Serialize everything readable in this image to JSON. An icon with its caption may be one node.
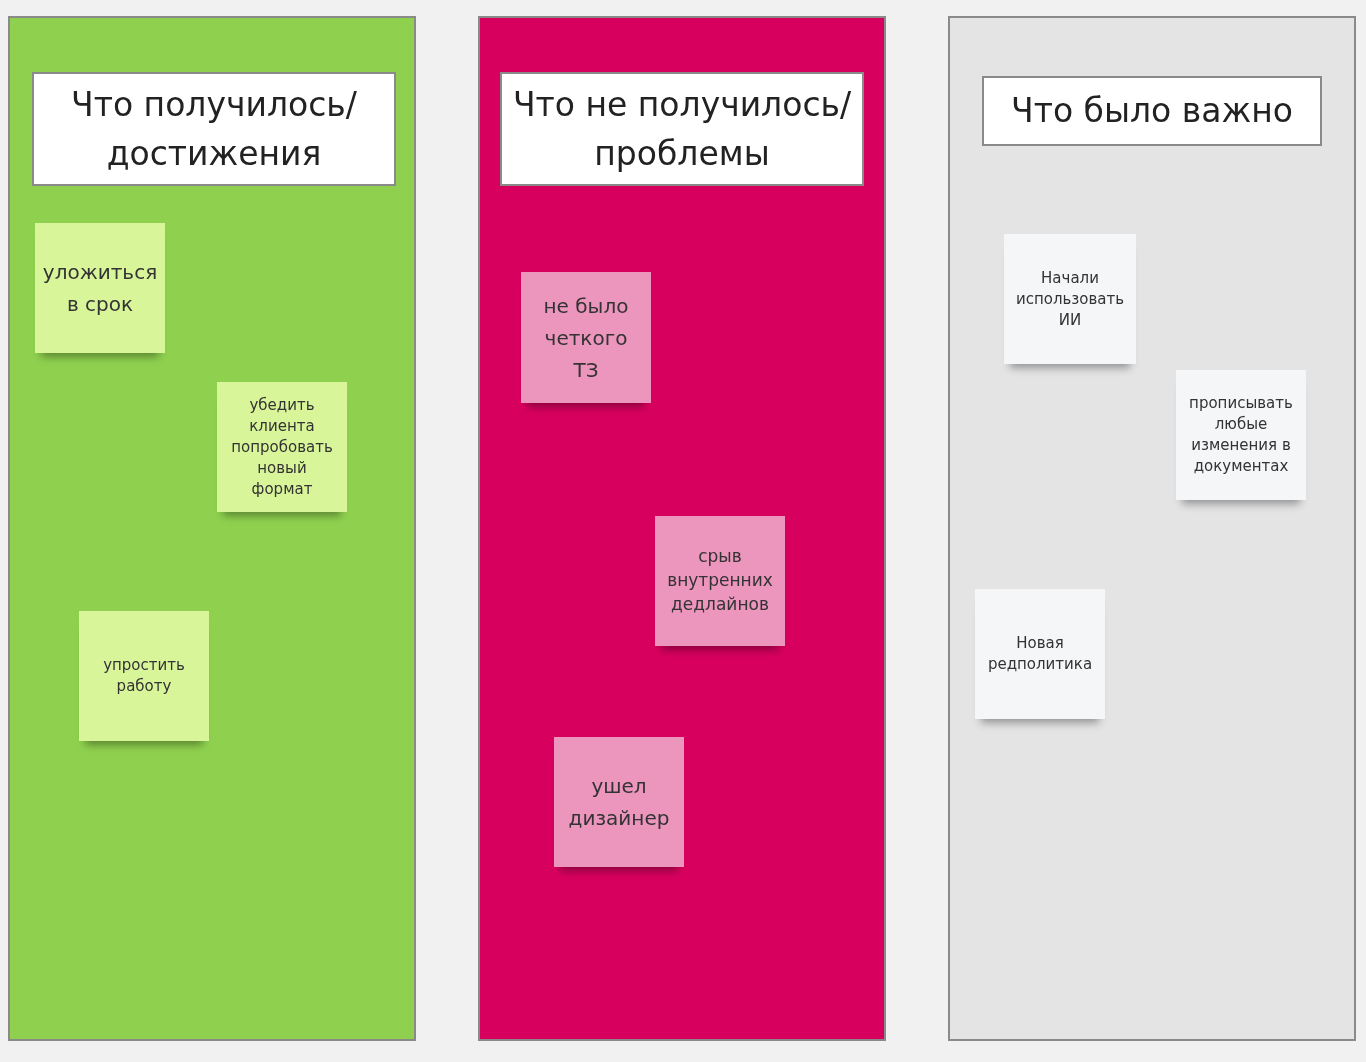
{
  "diagram": {
    "nodes": [
      {
        "text": [],
        "shape": "box"
      },
      {
        "text": [
          "Что получилось/ достижения"
        ],
        "in": 0
      },
      {
        "text": [
          "уложиться в срок"
        ],
        "in": 0
      },
      {
        "text": [
          "убедить клиента попробовать новый формат"
        ],
        "in": 0
      },
      {
        "text": [
          "упростить работу"
        ],
        "in": 0
      },
      {
        "text": [],
        "shape": "box"
      },
      {
        "text": [
          "Что не получилось/ проблемы"
        ],
        "in": 5
      },
      {
        "text": [
          "не было четкого ТЗ"
        ],
        "in": 5
      },
      {
        "text": [
          "срыв внутренних дедлайнов"
        ],
        "in": 5
      },
      {
        "text": [
          "ушел дизайнер"
        ],
        "in": 5
      },
      {
        "text": [],
        "shape": "box"
      },
      {
        "text": [
          "Что было важно"
        ],
        "in": 10
      },
      {
        "text": [
          "Начали использовать ИИ"
        ],
        "in": 10
      },
      {
        "text": [
          "прописывать любые изменения в документах"
        ],
        "in": 10
      },
      {
        "text": [
          "Новая редполитика"
        ],
        "in": 10
      }
    ],
    "edges": []
  }
}
